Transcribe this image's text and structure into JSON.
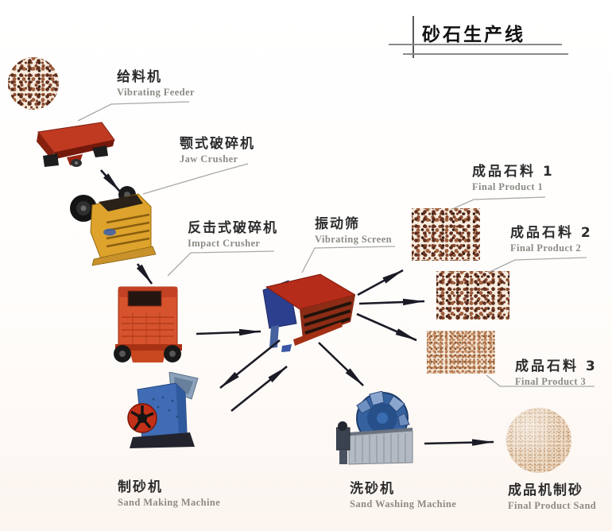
{
  "title": "砂石生产线",
  "labels": {
    "feeder": {
      "cn": "给料机",
      "en": "Vibrating Feeder"
    },
    "jaw": {
      "cn": "颚式破碎机",
      "en": "Jaw Crusher"
    },
    "impact": {
      "cn": "反击式破碎机",
      "en": "Impact Crusher"
    },
    "screen": {
      "cn": "振动筛",
      "en": "Vibrating Screen"
    },
    "product1": {
      "cn": "成品石料 1",
      "en": "Final Product 1"
    },
    "product2": {
      "cn": "成品石料 2",
      "en": "Final Product 2"
    },
    "product3": {
      "cn": "成品石料 3",
      "en": "Final Product 3"
    },
    "sand_maker": {
      "cn": "制砂机",
      "en": "Sand Making Machine"
    },
    "sand_washer": {
      "cn": "洗砂机",
      "en": "Sand Washing Machine"
    },
    "final_sand": {
      "cn": "成品机制砂",
      "en": "Final Product Sand"
    }
  },
  "flow": [
    "raw_material -> vibrating_feeder",
    "vibrating_feeder -> jaw_crusher",
    "jaw_crusher -> impact_crusher",
    "impact_crusher -> vibrating_screen",
    "vibrating_screen -> final_product_1",
    "vibrating_screen -> final_product_2",
    "vibrating_screen -> final_product_3",
    "vibrating_screen -> sand_making_machine",
    "sand_making_machine -> vibrating_screen",
    "vibrating_screen -> sand_washing_machine",
    "sand_washing_machine -> final_product_sand"
  ],
  "colors": {
    "feeder_red": "#c03a22",
    "jaw_yellow": "#dda32c",
    "impact_orange": "#d6532e",
    "screen_red": "#b52c1a",
    "screen_blue": "#2c3f8f",
    "machine_blue": "#3f6cb4",
    "wheel_red": "#c23018",
    "arrow_black": "#1b1b26",
    "leader_gray": "#a9a9a9",
    "stone_brown": "#5f2d1d",
    "sand_tan": "#ecd9c4"
  }
}
